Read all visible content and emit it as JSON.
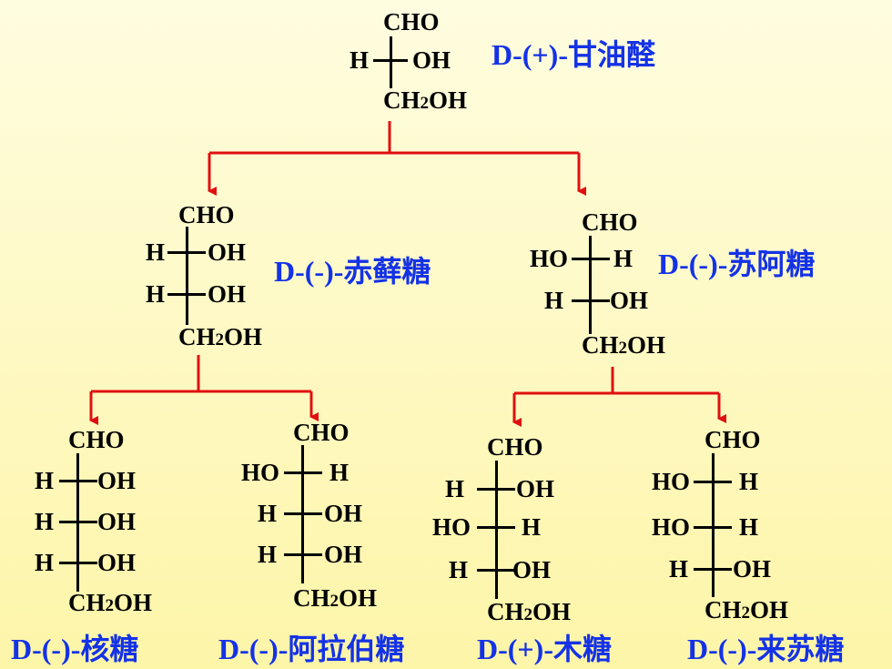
{
  "title": "Aldose family tree (D-series)",
  "arrow_color": "#e01010",
  "name_color": "#1432e6",
  "nodes": {
    "glyceraldehyde": {
      "top": "CHO",
      "rows": [
        {
          "left": "H",
          "right": "OH"
        }
      ],
      "bottom_main": "CH",
      "bottom_sub": "2",
      "bottom_end": "OH",
      "name": "D-(+)-甘油醛"
    },
    "erythrose": {
      "top": "CHO",
      "rows": [
        {
          "left": "H",
          "right": "OH"
        },
        {
          "left": "H",
          "right": "OH"
        }
      ],
      "bottom_main": "CH",
      "bottom_sub": "2",
      "bottom_end": "OH",
      "name": "D-(-)-赤藓糖"
    },
    "threose": {
      "top": "CHO",
      "rows": [
        {
          "left": "HO",
          "right": "H"
        },
        {
          "left": "H",
          "right": "OH"
        }
      ],
      "bottom_main": "CH",
      "bottom_sub": "2",
      "bottom_end": "OH",
      "name": "D-(-)-苏阿糖"
    },
    "ribose": {
      "top": "CHO",
      "rows": [
        {
          "left": "H",
          "right": "OH"
        },
        {
          "left": "H",
          "right": "OH"
        },
        {
          "left": "H",
          "right": "OH"
        }
      ],
      "bottom_main": "CH",
      "bottom_sub": "2",
      "bottom_end": "OH",
      "name": "D-(-)-核糖"
    },
    "arabinose": {
      "top": "CHO",
      "rows": [
        {
          "left": "HO",
          "right": "H"
        },
        {
          "left": "H",
          "right": "OH"
        },
        {
          "left": "H",
          "right": "OH"
        }
      ],
      "bottom_main": "CH",
      "bottom_sub": "2",
      "bottom_end": "OH",
      "name": "D-(-)-阿拉伯糖"
    },
    "xylose": {
      "top": "CHO",
      "rows": [
        {
          "left": "H",
          "right": "OH"
        },
        {
          "left": "HO",
          "right": "H"
        },
        {
          "left": "H",
          "right": "OH"
        }
      ],
      "bottom_main": "CH",
      "bottom_sub": "2",
      "bottom_end": "OH",
      "name": "D-(+)-木糖"
    },
    "lyxose": {
      "top": "CHO",
      "rows": [
        {
          "left": "HO",
          "right": "H"
        },
        {
          "left": "HO",
          "right": "H"
        },
        {
          "left": "H",
          "right": "OH"
        }
      ],
      "bottom_main": "CH",
      "bottom_sub": "2",
      "bottom_end": "OH",
      "name": "D-(-)-来苏糖"
    }
  }
}
